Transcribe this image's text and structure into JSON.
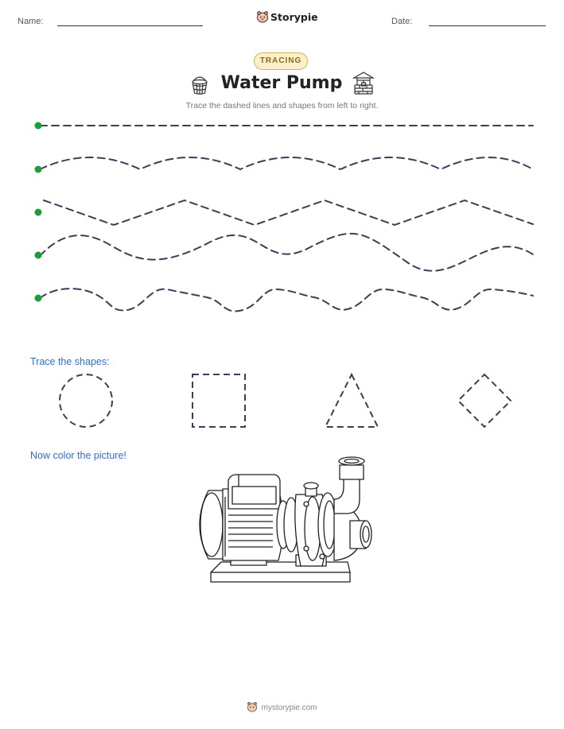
{
  "header": {
    "name_label": "Name:",
    "date_label": "Date:",
    "brand_name": "Storypie"
  },
  "badge": "TRACING",
  "title": "Water Pump",
  "subtitle": "Trace the dashed lines and shapes from left to right.",
  "sections": {
    "shapes_label": "Trace the shapes:",
    "color_label": "Now color the picture!"
  },
  "footer": "mystorypie.com",
  "colors": {
    "dash": "#3a3f58",
    "start_dot": "#1e9d3c",
    "section_text": "#2f6fd0",
    "badge_fill": "#fbf0c9",
    "badge_border": "#d8b04a"
  },
  "icons": [
    "bucket-icon",
    "well-icon",
    "storypie-logo-icon",
    "water-pump-illustration"
  ],
  "tracing_lines": [
    "straight",
    "gentle-wave",
    "zigzag",
    "wave",
    "deep-wave"
  ],
  "shapes": [
    "circle",
    "square",
    "triangle",
    "diamond"
  ]
}
